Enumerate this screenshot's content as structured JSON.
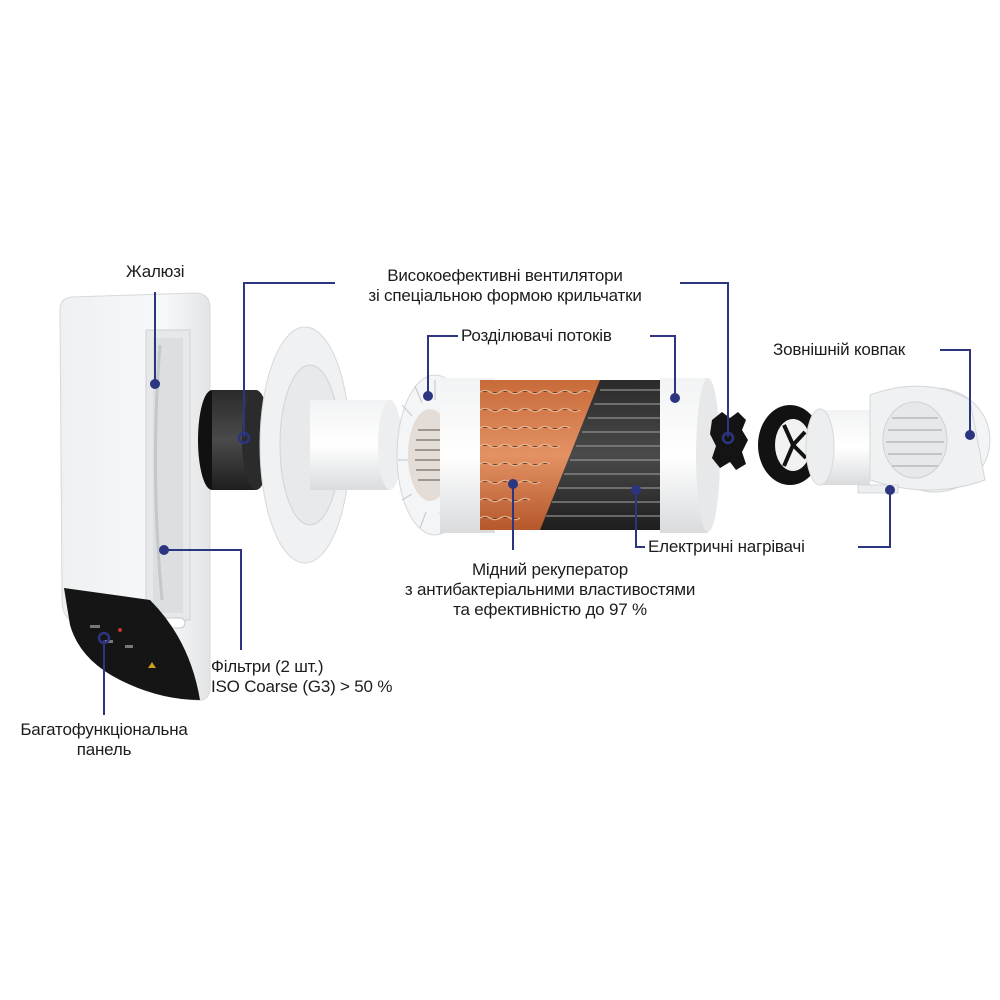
{
  "diagram": {
    "type": "exploded-view product diagram",
    "subject": "decentralized ventilation unit with heat recuperator",
    "leader_color": "#2b3580",
    "labels": [
      {
        "id": "louvers",
        "text": "Жалюзі"
      },
      {
        "id": "fans",
        "lines": [
          "Високоефективні вентилятори",
          "зі спеціальною формою крильчатки"
        ]
      },
      {
        "id": "flow-dividers",
        "text": "Розділювачі потоків"
      },
      {
        "id": "outer-hood",
        "text": "Зовнішній ковпак"
      },
      {
        "id": "copper-recuperator",
        "lines": [
          "Мідний рекуператор",
          "з антибактеріальними властивостями",
          "та ефективністю до 97 %"
        ]
      },
      {
        "id": "electric-heaters",
        "text": "Електричні нагрівачі"
      },
      {
        "id": "filters",
        "lines": [
          "Фільтри (2 шт.)",
          "ISO Coarse (G3) > 50 %"
        ]
      },
      {
        "id": "control-panel",
        "lines": [
          "Багатофункціональна",
          "панель"
        ]
      }
    ]
  }
}
